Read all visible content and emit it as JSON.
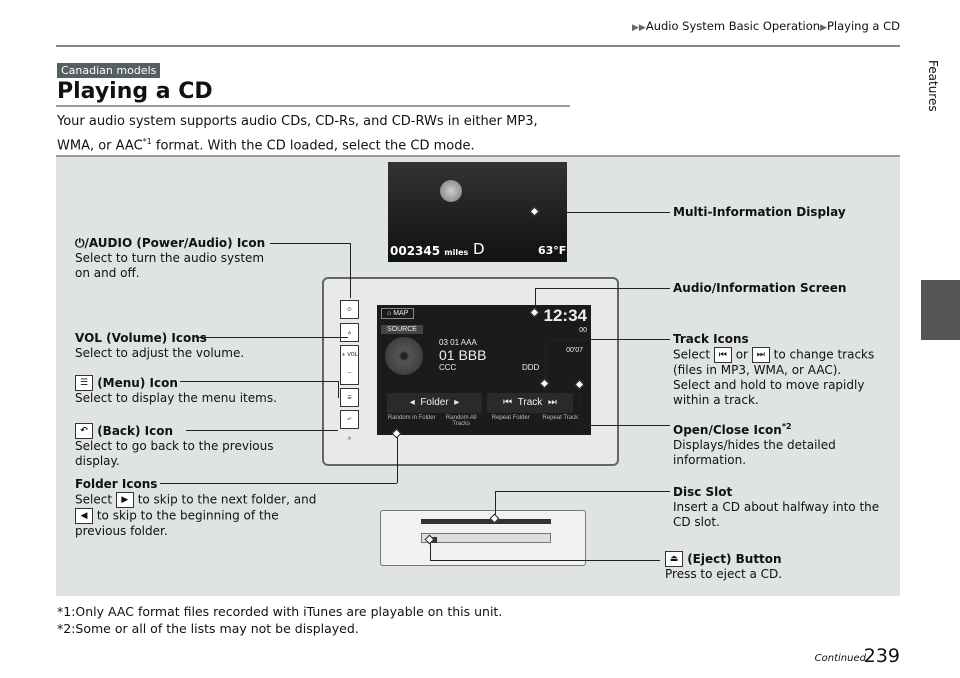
{
  "breadcrumb": [
    "Audio System Basic Operation",
    "Playing a CD"
  ],
  "badge": "Canadian models",
  "title": "Playing a CD",
  "intro": {
    "text1": "Your audio system supports audio CDs, CD-Rs, and CD-RWs in either MP3, WMA, or AAC",
    "sup": "*1",
    "text2": " format. With the CD loaded, select the CD mode."
  },
  "mid_display": {
    "miles": "002345",
    "unit": "miles",
    "gear": "D",
    "temp": "63°F"
  },
  "screen": {
    "map": "MAP",
    "clock": "12:34",
    "source": "SOURCE",
    "vol": "00",
    "line1": "03 01 AAA",
    "line2": "01 BBB",
    "line3": "CCC",
    "line4": "DDD",
    "time": "00'07",
    "folder": "Folder",
    "track": "Track",
    "opts": [
      "Random in Folder",
      "Random All Tracks",
      "Repeat Folder",
      "Repeat Track"
    ]
  },
  "labels": {
    "power": {
      "title": "/AUDIO (Power/Audio) Icon",
      "desc": "Select to turn the audio system on and off."
    },
    "vol": {
      "title": "VOL (Volume) Icons",
      "desc": "Select to adjust the volume."
    },
    "menu": {
      "title": "(Menu) Icon",
      "desc": "Select to display the menu items."
    },
    "back": {
      "title": "(Back) Icon",
      "desc": "Select to go back to the previous display."
    },
    "folder": {
      "title": "Folder Icons",
      "a": "Select",
      "b": "to skip to the next folder, and",
      "c": "to skip to the beginning of the previous folder."
    },
    "mid": {
      "title": "Multi-Information Display"
    },
    "screen": {
      "title": "Audio/Information Screen"
    },
    "track": {
      "title": "Track Icons",
      "a": "Select",
      "or": "or",
      "b": "to change tracks (files in MP3, WMA, or AAC).",
      "c": "Select and hold to move rapidly within a track."
    },
    "open": {
      "title": "Open/Close Icon",
      "sup": "*2",
      "desc": "Displays/hides the detailed information."
    },
    "disc": {
      "title": "Disc Slot",
      "desc": "Insert a CD about halfway into the CD slot."
    },
    "eject": {
      "title": "(Eject) Button",
      "desc": "Press to eject a CD."
    }
  },
  "footnotes": [
    "*1:Only AAC format files recorded with iTunes are playable on this unit.",
    "*2:Some or all of the lists may not be displayed."
  ],
  "side_tab": "Features",
  "continued": "Continued",
  "page_number": "239"
}
